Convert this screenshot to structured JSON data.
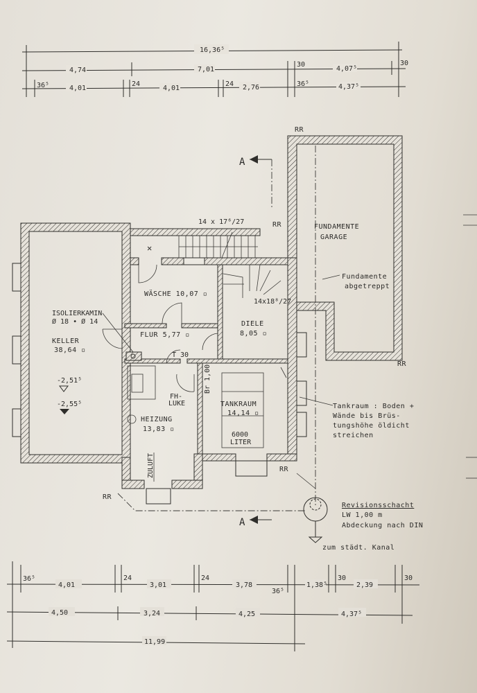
{
  "dimensions_top": {
    "overall": "16,36⁵",
    "row2": [
      "4,74",
      "7,01",
      "30",
      "4,07⁵",
      "30"
    ],
    "row3": [
      "36⁵",
      "4,01",
      "24",
      "4,01",
      "24",
      "2,76",
      "36⁵",
      "4,37⁵"
    ]
  },
  "dimensions_bottom": {
    "row1": [
      "36⁵",
      "4,01",
      "24",
      "3,01",
      "24",
      "3,78",
      "36⁵",
      "1,38⁵",
      "30",
      "2,39",
      "30"
    ],
    "row2": [
      "4,50",
      "3,24",
      "4,25",
      "4,37⁵"
    ],
    "overall": "11,99"
  },
  "section_marks": [
    "A",
    "A"
  ],
  "rooms": {
    "keller": {
      "name": "KELLER",
      "area": "38,64 ▫"
    },
    "waesche": {
      "name": "WÄSCHE 10,07 ▫"
    },
    "flur": {
      "name": "FLUR 5,77 ▫"
    },
    "diele": {
      "name": "DIELE",
      "area": "8,05 ▫"
    },
    "heizung": {
      "name": "HEIZUNG",
      "area": "13,83 ▫"
    },
    "tankraum": {
      "name": "TANKRAUM",
      "area": "14,14 ▫"
    },
    "garage": {
      "name1": "FUNDAMENTE",
      "name2": "GARAGE"
    }
  },
  "annotations": {
    "stair_top": "14 x 17⁶/27",
    "stair_inner": "14x18⁸/27",
    "isolierkamin": "ISOLIERKAMIN",
    "kamin_size": "Ø 18 • Ø 14",
    "level1": "-2,51⁵",
    "level2": "-2,55⁵",
    "t30": "T 30",
    "br": "Br 1,00",
    "fh": "FH-",
    "luke": "LUKE",
    "zuluft": "ZULUFT",
    "tank1": "6000",
    "tank2": "LITER",
    "rr": "RR",
    "fundamente_abgetreppt_1": "Fundamente",
    "fundamente_abgetreppt_2": "abgetreppt",
    "tank_note": [
      "Tankraum : Boden +",
      "Wände bis Brüs-",
      "tungshöhe öldicht",
      "streichen"
    ],
    "revision_title": "Revisionsschacht",
    "revision_lw": "LW 1,00 m",
    "revision_cover": "Abdeckung nach DIN",
    "kanal": "zum städt. Kanal"
  }
}
